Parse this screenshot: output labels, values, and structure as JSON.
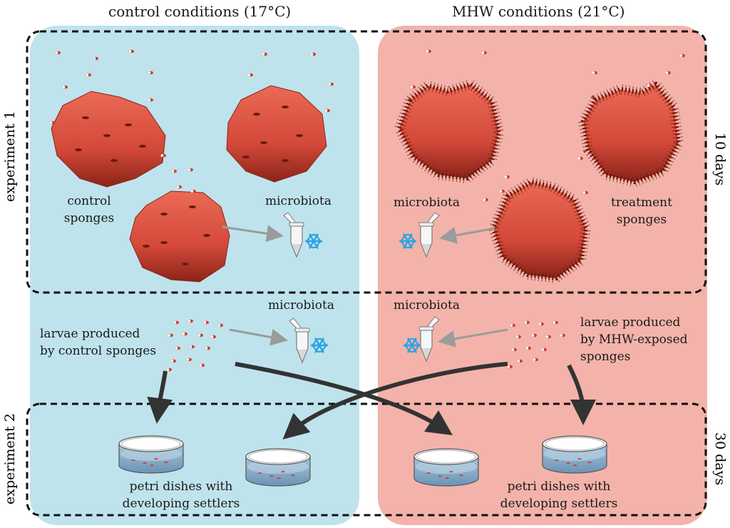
{
  "headers": {
    "control": "control conditions (17°C)",
    "mhw": "MHW conditions (21°C)"
  },
  "side_labels": {
    "experiment1": "experiment 1",
    "experiment2": "experiment 2",
    "days10": "10 days",
    "days30": "30 days"
  },
  "experiment1": {
    "control_sponges": [
      "control",
      "sponges"
    ],
    "microbiota_left": "microbiota",
    "microbiota_right": "microbiota",
    "treatment_sponges": [
      "treatment",
      "sponges"
    ]
  },
  "experiment2": {
    "microbiota_left": "microbiota",
    "microbiota_right": "microbiota",
    "larvae_control": [
      "larvae produced",
      "by control sponges"
    ],
    "larvae_mhw": [
      "larvae produced",
      "by MHW-exposed",
      "sponges"
    ],
    "petri_left": [
      "petri dishes with",
      "developing settlers"
    ],
    "petri_right": [
      "petri dishes with",
      "developing settlers"
    ]
  },
  "colors": {
    "control_bg": "#bfe3ec",
    "mhw_bg": "#f3b3aa",
    "sponge": "#d9533d",
    "sponge_dark": "#9c2b1f",
    "snowflake": "#2ea3e0",
    "dish_water": "#7fa7c6"
  }
}
